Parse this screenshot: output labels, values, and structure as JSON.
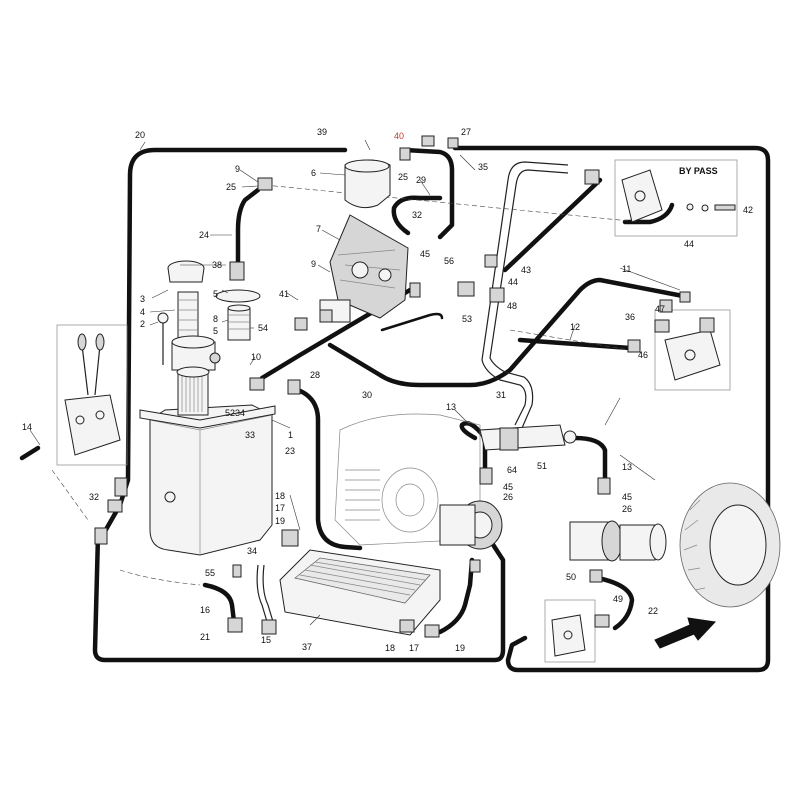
{
  "callouts": [
    {
      "id": "c1",
      "text": "1"
    },
    {
      "id": "c2",
      "text": "2"
    },
    {
      "id": "c3",
      "text": "3"
    },
    {
      "id": "c4",
      "text": "4"
    },
    {
      "id": "c5",
      "text": "5"
    },
    {
      "id": "c5b",
      "text": "5"
    },
    {
      "id": "c6",
      "text": "6"
    },
    {
      "id": "c7",
      "text": "7"
    },
    {
      "id": "c8",
      "text": "8"
    },
    {
      "id": "c9",
      "text": "9"
    },
    {
      "id": "c9b",
      "text": "9"
    },
    {
      "id": "c10",
      "text": "10"
    },
    {
      "id": "c11",
      "text": "11"
    },
    {
      "id": "c12",
      "text": "12"
    },
    {
      "id": "c13",
      "text": "13"
    },
    {
      "id": "c13b",
      "text": "13"
    },
    {
      "id": "c14",
      "text": "14"
    },
    {
      "id": "c15",
      "text": "15"
    },
    {
      "id": "c16",
      "text": "16"
    },
    {
      "id": "c17",
      "text": "17"
    },
    {
      "id": "c17b",
      "text": "17"
    },
    {
      "id": "c18",
      "text": "18"
    },
    {
      "id": "c18b",
      "text": "18"
    },
    {
      "id": "c19",
      "text": "19"
    },
    {
      "id": "c19b",
      "text": "19"
    },
    {
      "id": "c20",
      "text": "20"
    },
    {
      "id": "c21",
      "text": "21"
    },
    {
      "id": "c22",
      "text": "22"
    },
    {
      "id": "c23",
      "text": "23"
    },
    {
      "id": "c24",
      "text": "24"
    },
    {
      "id": "c25",
      "text": "25"
    },
    {
      "id": "c25b",
      "text": "25"
    },
    {
      "id": "c26",
      "text": "26"
    },
    {
      "id": "c26b",
      "text": "26"
    },
    {
      "id": "c27",
      "text": "27"
    },
    {
      "id": "c28",
      "text": "28"
    },
    {
      "id": "c29",
      "text": "29"
    },
    {
      "id": "c30",
      "text": "30"
    },
    {
      "id": "c31",
      "text": "31"
    },
    {
      "id": "c32",
      "text": "32"
    },
    {
      "id": "c32b",
      "text": "32"
    },
    {
      "id": "c33",
      "text": "33"
    },
    {
      "id": "c34",
      "text": "34"
    },
    {
      "id": "c34b",
      "text": "34"
    },
    {
      "id": "c35",
      "text": "35"
    },
    {
      "id": "c36",
      "text": "36"
    },
    {
      "id": "c37",
      "text": "37"
    },
    {
      "id": "c38",
      "text": "38"
    },
    {
      "id": "c39",
      "text": "39"
    },
    {
      "id": "c40",
      "text": "40"
    },
    {
      "id": "c41",
      "text": "41"
    },
    {
      "id": "c42",
      "text": "42"
    },
    {
      "id": "c43",
      "text": "43"
    },
    {
      "id": "c44",
      "text": "44"
    },
    {
      "id": "c44b",
      "text": "44"
    },
    {
      "id": "c45",
      "text": "45"
    },
    {
      "id": "c45b",
      "text": "45"
    },
    {
      "id": "c45c",
      "text": "45"
    },
    {
      "id": "c46",
      "text": "46"
    },
    {
      "id": "c47",
      "text": "47"
    },
    {
      "id": "c48",
      "text": "48"
    },
    {
      "id": "c49",
      "text": "49"
    },
    {
      "id": "c50",
      "text": "50"
    },
    {
      "id": "c51",
      "text": "51"
    },
    {
      "id": "c52",
      "text": "52"
    },
    {
      "id": "c53",
      "text": "53"
    },
    {
      "id": "c54",
      "text": "54"
    },
    {
      "id": "c55",
      "text": "55"
    },
    {
      "id": "c56",
      "text": "56"
    },
    {
      "id": "c64",
      "text": "64"
    }
  ],
  "bypass_label": "BY PASS",
  "highlight_color": "#c0392b",
  "line_color": "#111111"
}
